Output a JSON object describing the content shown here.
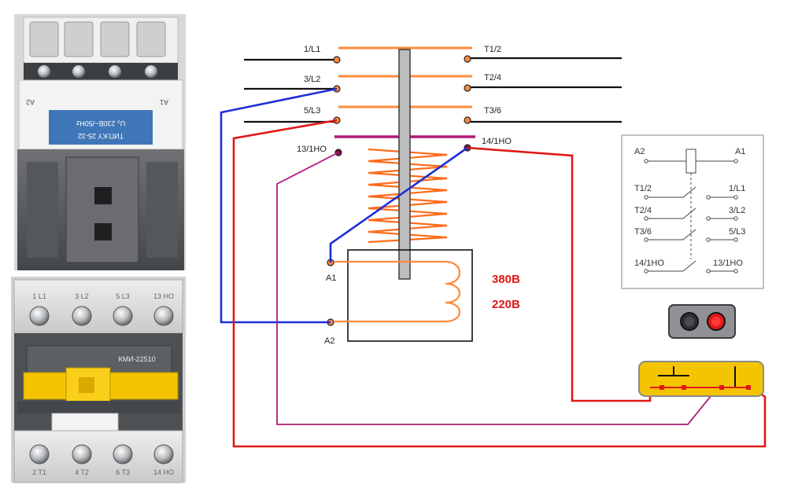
{
  "diagram": {
    "terminals_left": [
      "1/L1",
      "3/L2",
      "5/L3",
      "13/1HO"
    ],
    "terminals_right": [
      "T1/2",
      "T2/4",
      "T3/6",
      "14/1HO"
    ],
    "coil_terminals": [
      "A1",
      "A2"
    ],
    "voltages": [
      "380B",
      "220B"
    ]
  },
  "legend": {
    "coil_left": "A2",
    "coil_right": "A1",
    "rows": [
      {
        "left": "T1/2",
        "right": "1/L1"
      },
      {
        "left": "T2/4",
        "right": "3/L2"
      },
      {
        "left": "T3/6",
        "right": "5/L3"
      },
      {
        "left": "14/1HO",
        "right": "13/1HO"
      }
    ]
  },
  "photos": {
    "top_side_left": "A2",
    "top_side_right": "A1",
    "top_plate_line1": "U₀ 230B~/50Hz",
    "top_plate_line2": "ТИП:KY 25-32",
    "bottom_top_terminals": [
      "1 L1",
      "3 L2",
      "5 L3",
      "13 HO"
    ],
    "bottom_model": "КМИ-22510",
    "bottom_bottom_terminals": [
      "2 T1",
      "4 T2",
      "6 T3",
      "14 HO"
    ]
  },
  "colors": {
    "orange": "#ff8a3c",
    "blue": "#1d2fd8",
    "red": "#e01818",
    "magenta": "#b01a78",
    "yellow": "#f5c400"
  }
}
